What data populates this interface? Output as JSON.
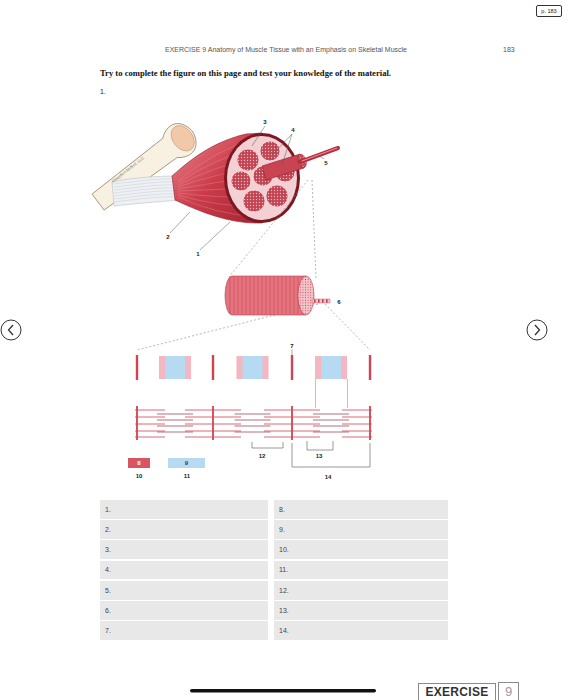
{
  "diagram": {
    "title": "Try to complete the figure on this page and test your knowledge of the material.",
    "nodes": [
      {
        "text": [
          "p. 183"
        ]
      },
      {
        "text": [
          "8"
        ]
      },
      {
        "text": [
          "9"
        ]
      },
      {
        "text": [
          "1."
        ]
      },
      {
        "text": [
          "8."
        ]
      },
      {
        "text": [
          "2."
        ]
      },
      {
        "text": [
          "9."
        ]
      },
      {
        "text": [
          "3."
        ]
      },
      {
        "text": [
          "10."
        ]
      },
      {
        "text": [
          "4."
        ]
      },
      {
        "text": [
          "11."
        ]
      },
      {
        "text": [
          "5."
        ]
      },
      {
        "text": [
          "12."
        ]
      },
      {
        "text": [
          "6."
        ]
      },
      {
        "text": [
          "13."
        ]
      },
      {
        "text": [
          "7."
        ]
      },
      {
        "text": [
          "14."
        ]
      },
      {
        "text": [
          "EXERCISE"
        ]
      },
      {
        "text": [
          "9"
        ]
      }
    ],
    "labels": [
      "EXERCISE 9 Anatomy of Muscle Tissue with an Emphasis on Skeletal Muscle",
      "183",
      "1.",
      "©Hayden-McNeil, LLC",
      "3",
      "4",
      "5",
      "2",
      "1",
      "6",
      "7",
      "12",
      "13",
      "10",
      "11",
      "14"
    ]
  }
}
